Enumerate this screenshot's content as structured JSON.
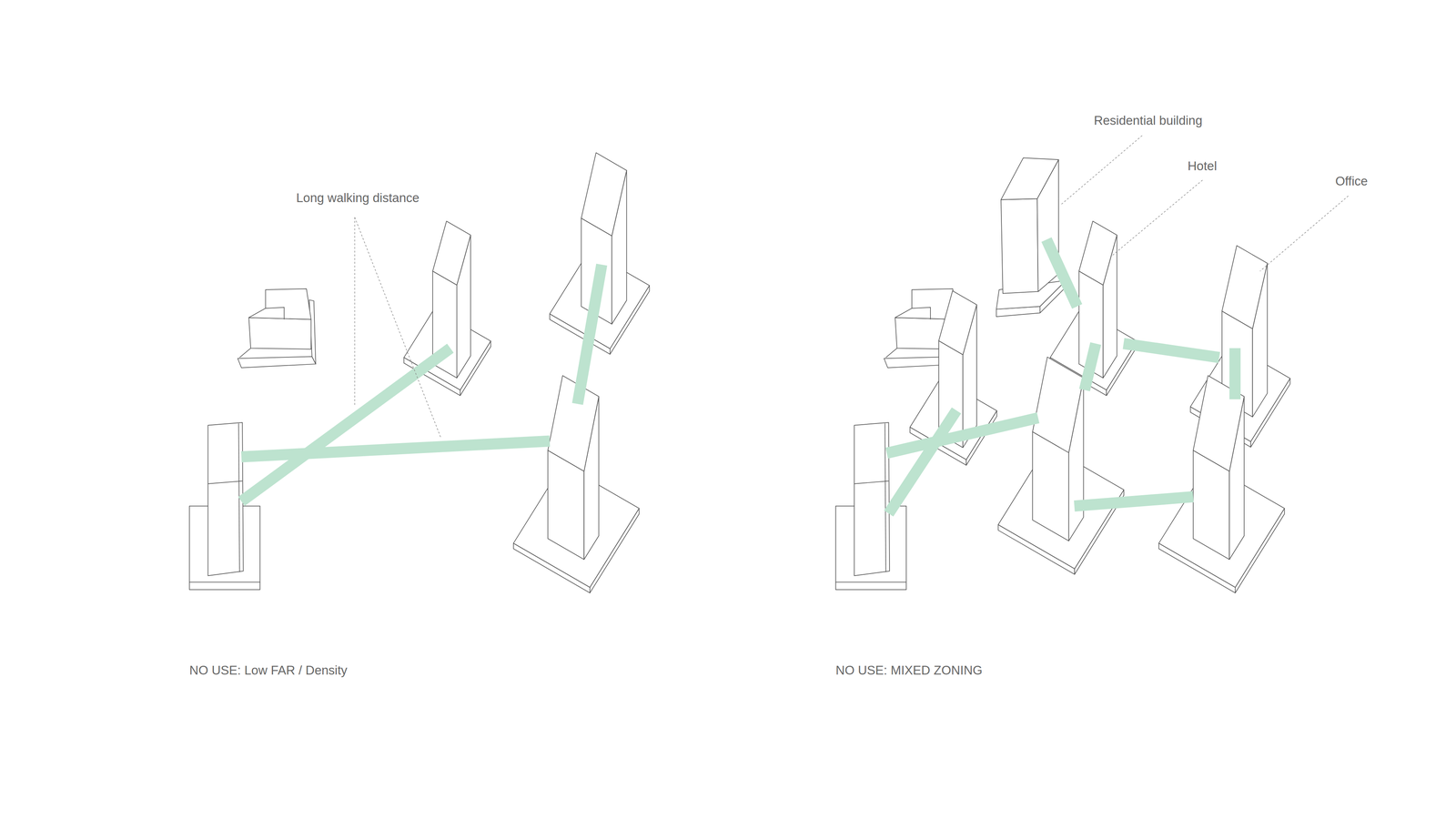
{
  "diagram": {
    "labels": [
      "Long walking distance",
      "Residential building",
      "Hotel",
      "Office",
      "NO USE: Low FAR / Density",
      "NO USE: MIXED ZONING"
    ]
  }
}
